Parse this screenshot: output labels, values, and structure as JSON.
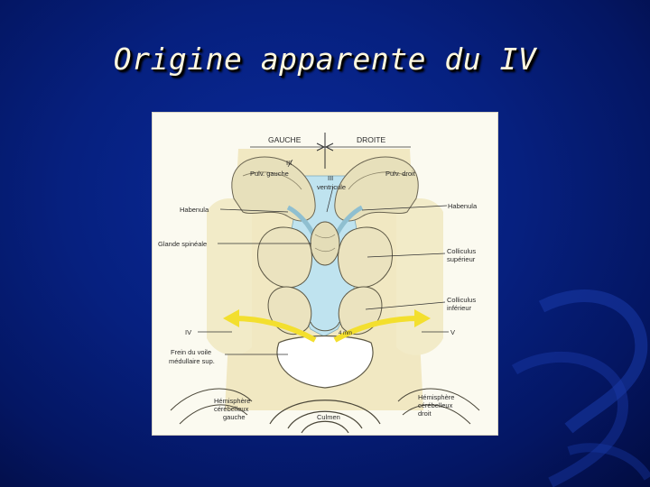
{
  "slide": {
    "title": "Origine apparente du IV"
  },
  "figure": {
    "labels": {
      "gauche": "GAUCHE",
      "droite": "DROITE",
      "pulv_gauche": "Pulv. gauche",
      "pulv_droit": "Pulv. droit",
      "iii": "III",
      "ventricule": "ventricule",
      "habenula_left": "Habenula",
      "habenula_right": "Habenula",
      "glande": "Glande spinéale",
      "coll_sup_1": "Colliculus",
      "coll_sup_2": "supérieur",
      "coll_inf_1": "Colliculus",
      "coll_inf_2": "inférieur",
      "iv_left": "IV",
      "v_right": "V",
      "frein_1": "Frein du voile",
      "frein_2": "médullaire sup.",
      "hemi_g_1": "Hémisphère",
      "hemi_g_2": "cérébelleux",
      "hemi_g_3": "gauche",
      "hemi_d_1": "Hémisphère",
      "hemi_d_2": "cérébelleux",
      "hemi_d_3": "droit",
      "culmen": "Culmen",
      "scale": "4 mm"
    },
    "colors": {
      "ventricle": "#bfe3ef",
      "nerve": "#f3df2e",
      "tissue": "#efe6bd"
    }
  }
}
